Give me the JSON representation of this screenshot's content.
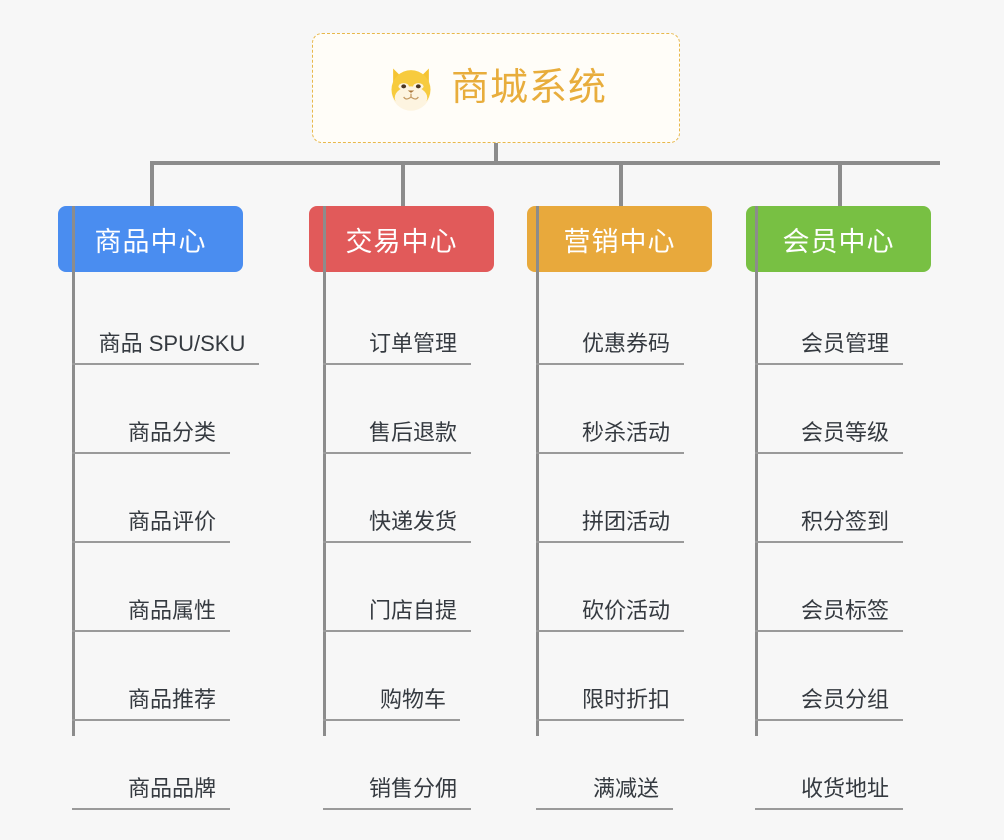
{
  "root": {
    "title": "商城系统",
    "icon": "dog-face-icon",
    "title_color": "#e8ad3c",
    "border_color": "#e8b84b",
    "background": "#fffdf8"
  },
  "canvas": {
    "background": "#f7f7f7",
    "connector_color": "#8c8c8c"
  },
  "branches": [
    {
      "label": "商品中心",
      "color": "#4a8df0",
      "items": [
        "商品 SPU/SKU",
        "商品分类",
        "商品评价",
        "商品属性",
        "商品推荐",
        "商品品牌"
      ]
    },
    {
      "label": "交易中心",
      "color": "#e15a5a",
      "items": [
        "订单管理",
        "售后退款",
        "快递发货",
        "门店自提",
        "购物车",
        "销售分佣"
      ]
    },
    {
      "label": "营销中心",
      "color": "#e8a93c",
      "items": [
        "优惠券码",
        "秒杀活动",
        "拼团活动",
        "砍价活动",
        "限时折扣",
        "满减送"
      ]
    },
    {
      "label": "会员中心",
      "color": "#78c043",
      "items": [
        "会员管理",
        "会员等级",
        "积分签到",
        "会员标签",
        "会员分组",
        "收货地址"
      ]
    }
  ]
}
